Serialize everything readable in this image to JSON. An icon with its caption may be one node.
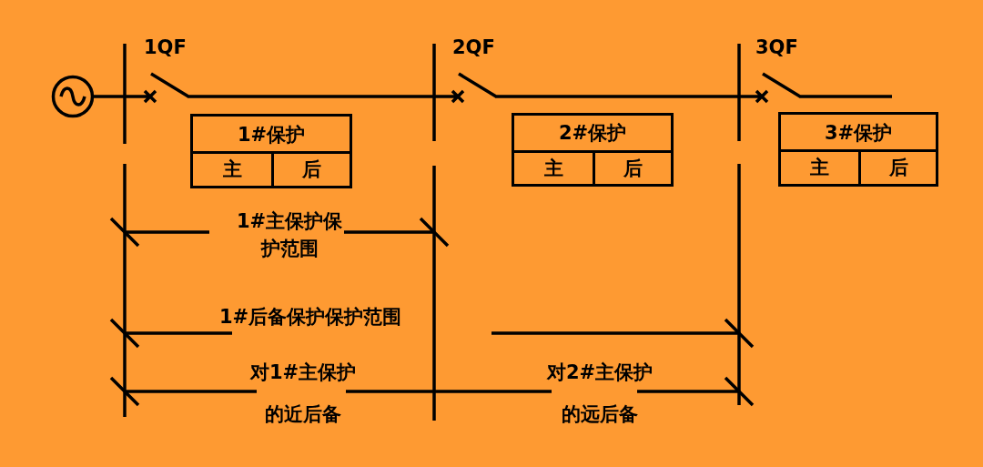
{
  "diagram": {
    "nodes": [
      {
        "text": [
          "1#保护"
        ]
      },
      {
        "text": [
          "主"
        ],
        "in": 0
      },
      {
        "text": [
          "后"
        ],
        "in": 0
      },
      {
        "text": [
          "2#保护"
        ]
      },
      {
        "text": [
          "主"
        ],
        "in": 3
      },
      {
        "text": [
          "后"
        ],
        "in": 3
      },
      {
        "text": [
          "3#保护"
        ]
      },
      {
        "text": [
          "主"
        ],
        "in": 6
      },
      {
        "text": [
          "后"
        ],
        "in": 6
      }
    ],
    "labels": [
      "1QF",
      "2QF",
      "3QF",
      "1#主保护保护范围",
      "1#后备保护保护范围",
      "对1#主保护的近后备",
      "对2#主保护的远后备"
    ]
  }
}
